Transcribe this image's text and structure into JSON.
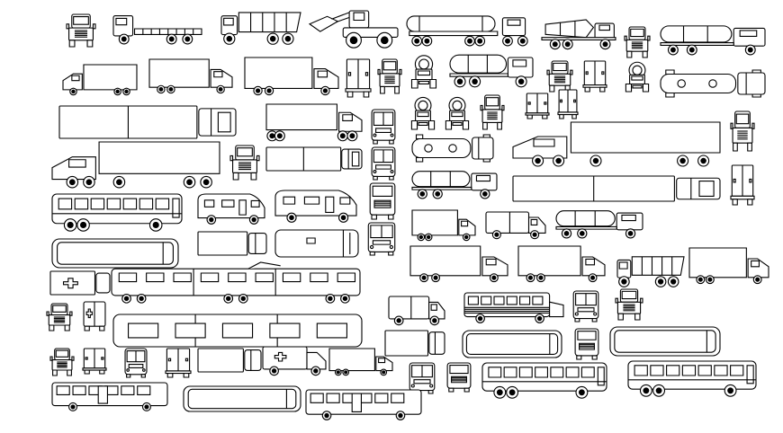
{
  "page": {
    "background": "#ffffff",
    "line_color": "#000000",
    "description_free": true
  },
  "vehicles": [
    {
      "name": "truck-front-view"
    },
    {
      "name": "flatbed-truck-side-view"
    },
    {
      "name": "dump-truck-side-view"
    },
    {
      "name": "wheel-loader-side-view"
    },
    {
      "name": "fuel-tanker-trailer-side-view"
    },
    {
      "name": "concrete-mixer-truck-side-view"
    },
    {
      "name": "truck-front-view"
    },
    {
      "name": "tanker-truck-side-view"
    },
    {
      "name": "box-truck-side-view"
    },
    {
      "name": "box-truck-side-view"
    },
    {
      "name": "box-truck-side-view"
    },
    {
      "name": "box-truck-rear-view"
    },
    {
      "name": "truck-front-view"
    },
    {
      "name": "tanker-truck-front-view"
    },
    {
      "name": "tanker-truck-side-view"
    },
    {
      "name": "truck-front-view"
    },
    {
      "name": "box-truck-rear-view"
    },
    {
      "name": "tanker-truck-front-view"
    },
    {
      "name": "tanker-truck-top-view"
    },
    {
      "name": "semi-truck-top-view"
    },
    {
      "name": "semi-truck-side-view"
    },
    {
      "name": "bus-front-view"
    },
    {
      "name": "tanker-truck-front-view"
    },
    {
      "name": "tanker-truck-front-view"
    },
    {
      "name": "truck-front-view"
    },
    {
      "name": "truck-rear-view"
    },
    {
      "name": "box-truck-rear-view"
    },
    {
      "name": "truck-front-view"
    },
    {
      "name": "box-truck-rear-view"
    },
    {
      "name": "tanker-truck-top-view"
    },
    {
      "name": "semi-truck-side-view"
    },
    {
      "name": "semi-truck-side-view"
    },
    {
      "name": "semi-truck-top-view"
    },
    {
      "name": "truck-front-view"
    },
    {
      "name": "bus-front-view"
    },
    {
      "name": "tanker-truck-side-view"
    },
    {
      "name": "semi-truck-top-view"
    },
    {
      "name": "coach-bus-side-view"
    },
    {
      "name": "motorhome-side-view"
    },
    {
      "name": "motorhome-side-view"
    },
    {
      "name": "bus-rear-view"
    },
    {
      "name": "box-truck-side-view"
    },
    {
      "name": "delivery-van-side-view"
    },
    {
      "name": "tanker-truck-side-view"
    },
    {
      "name": "bus-top-view"
    },
    {
      "name": "truck-top-view"
    },
    {
      "name": "motorhome-top-view"
    },
    {
      "name": "bus-front-view"
    },
    {
      "name": "box-truck-side-view"
    },
    {
      "name": "box-truck-side-view"
    },
    {
      "name": "dump-truck-side-view"
    },
    {
      "name": "box-truck-side-view"
    },
    {
      "name": "ambulance-top-view"
    },
    {
      "name": "tram-side-view"
    },
    {
      "name": "delivery-van-side-view"
    },
    {
      "name": "school-bus-side-view"
    },
    {
      "name": "bus-front-view"
    },
    {
      "name": "truck-front-view"
    },
    {
      "name": "truck-front-view"
    },
    {
      "name": "ambulance-rear-view"
    },
    {
      "name": "tram-top-view"
    },
    {
      "name": "truck-top-view"
    },
    {
      "name": "bus-top-view"
    },
    {
      "name": "bus-rear-view"
    },
    {
      "name": "bus-top-view"
    },
    {
      "name": "truck-front-view"
    },
    {
      "name": "truck-rear-view"
    },
    {
      "name": "bus-front-view"
    },
    {
      "name": "truck-rear-view"
    },
    {
      "name": "truck-top-view"
    },
    {
      "name": "ambulance-side-view"
    },
    {
      "name": "box-truck-side-view"
    },
    {
      "name": "bus-front-view"
    },
    {
      "name": "bus-rear-view"
    },
    {
      "name": "coach-bus-side-view"
    },
    {
      "name": "coach-bus-side-view"
    },
    {
      "name": "city-bus-side-view"
    },
    {
      "name": "bus-top-view"
    },
    {
      "name": "city-bus-side-view"
    }
  ]
}
